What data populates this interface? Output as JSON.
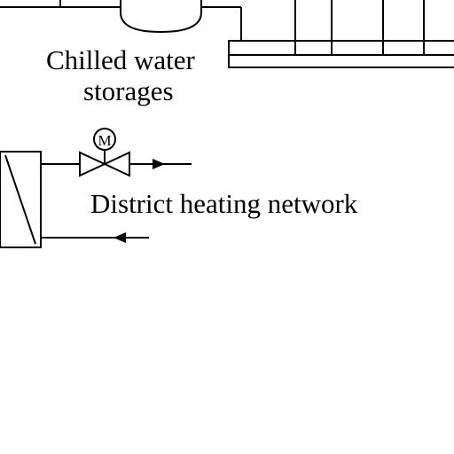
{
  "labels": {
    "storage_line1": "Chilled water",
    "storage_line2": "storages",
    "heating_network": "District heating network",
    "motor_symbol": "M"
  },
  "colors": {
    "stroke": "#000000",
    "background": "#ffffff"
  }
}
